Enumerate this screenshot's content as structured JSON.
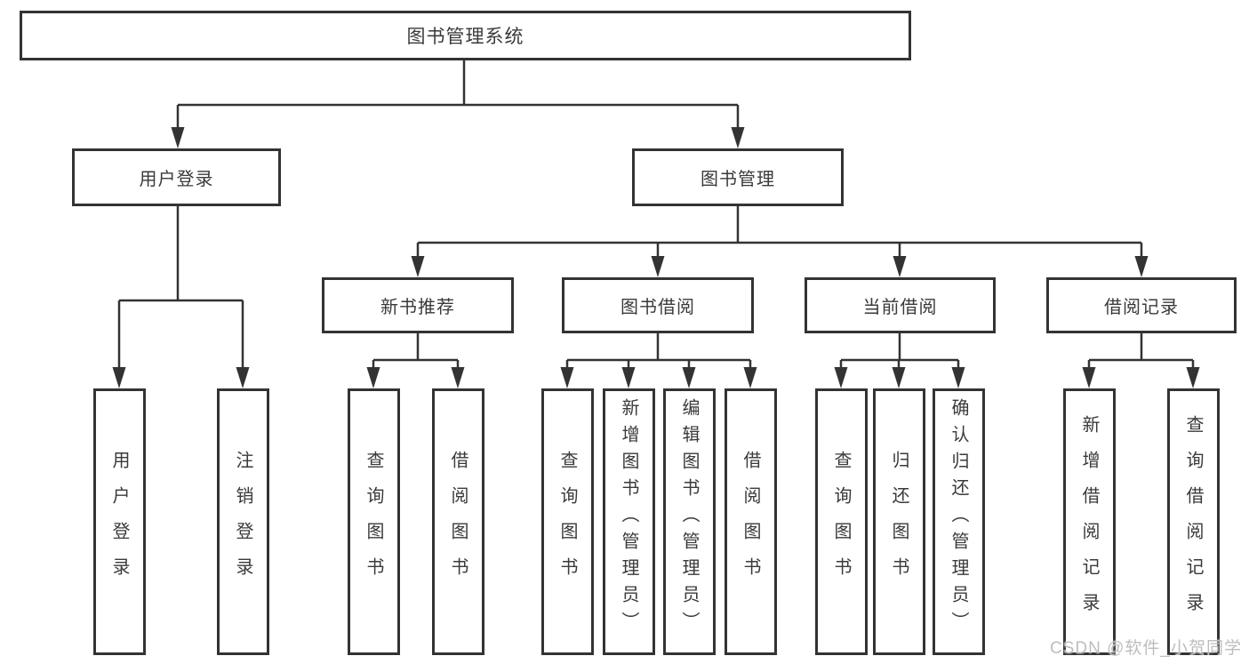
{
  "tree": {
    "root": {
      "label": "图书管理系统"
    },
    "branches": [
      {
        "label": "用户登录",
        "children": [
          {
            "label": "用户登录"
          },
          {
            "label": "注销登录"
          }
        ]
      },
      {
        "label": "图书管理",
        "children": [
          {
            "label": "新书推荐",
            "children": [
              {
                "label": "查询图书"
              },
              {
                "label": "借阅图书"
              }
            ]
          },
          {
            "label": "图书借阅",
            "children": [
              {
                "label": "查询图书"
              },
              {
                "label": "新增图书（管理员）"
              },
              {
                "label": "编辑图书（管理员）"
              },
              {
                "label": "借阅图书"
              }
            ]
          },
          {
            "label": "当前借阅",
            "children": [
              {
                "label": "查询图书"
              },
              {
                "label": "归还图书"
              },
              {
                "label": "确认归还（管理员）"
              }
            ]
          },
          {
            "label": "借阅记录",
            "children": [
              {
                "label": "新增借阅记录"
              },
              {
                "label": "查询借阅记录"
              }
            ]
          }
        ]
      }
    ]
  },
  "watermark": {
    "text": "CSDN @软件_小贺同学"
  },
  "colors": {
    "background": "#ffffff",
    "box_border": "#333333",
    "connector_line": "#333333",
    "text": "#3a3a3a",
    "watermark_text": "#bdbdbd"
  }
}
